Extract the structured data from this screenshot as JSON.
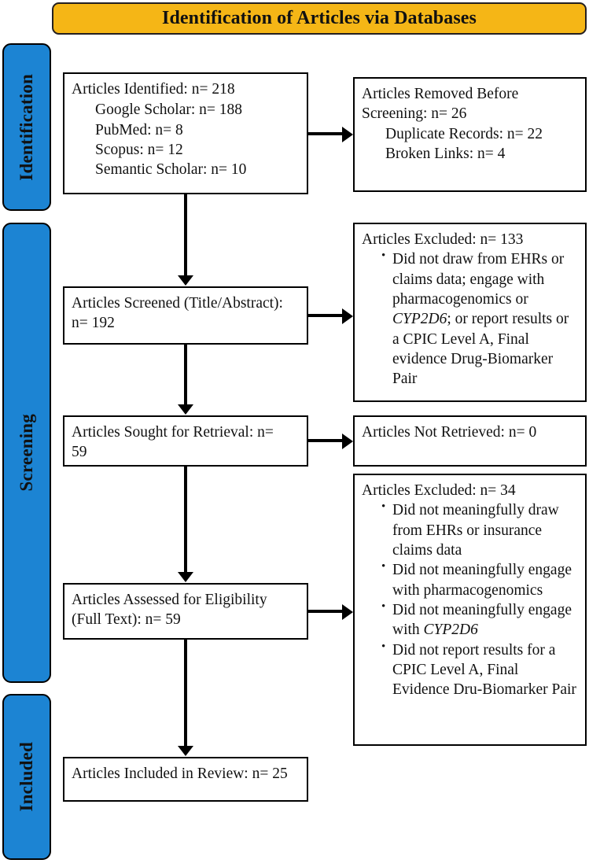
{
  "header": {
    "title": "Identification of Articles via Databases",
    "background_color": "#F5B616",
    "border_color": "#231f20"
  },
  "stages": {
    "accent_color": "#1C84D3",
    "items": [
      {
        "id": "identification",
        "label": "Identification"
      },
      {
        "id": "screening",
        "label": "Screening"
      },
      {
        "id": "included",
        "label": "Included"
      }
    ]
  },
  "flow": {
    "identified": {
      "heading": "Articles Identified: n= 218",
      "sources": [
        "Google Scholar: n= 188",
        "PubMed: n= 8",
        "Scopus: n= 12",
        "Semantic Scholar: n= 10"
      ]
    },
    "removed_before_screening": {
      "heading_line1": "Articles Removed Before",
      "heading_line2": "Screening: n= 26",
      "reasons": [
        "Duplicate Records: n= 22",
        "Broken Links: n= 4"
      ]
    },
    "screened": {
      "line1": "Articles Screened (Title/Abstract):",
      "line2": "n= 192"
    },
    "excluded_screening": {
      "heading": "Articles Excluded: n= 133",
      "bullets": [
        {
          "parts": [
            {
              "text": "Did not draw from EHRs or claims data; engage with pharmacogenomics or ",
              "italic": false
            },
            {
              "text": "CYP2D6",
              "italic": true
            },
            {
              "text": "; or report results or a CPIC Level A, Final evidence Drug-Biomarker Pair",
              "italic": false
            }
          ]
        }
      ]
    },
    "sought_for_retrieval": {
      "line1": "Articles Sought for Retrieval: n=",
      "line2": "59"
    },
    "not_retrieved": {
      "text": "Articles Not Retrieved: n= 0"
    },
    "assessed": {
      "line1": "Articles Assessed for Eligibility",
      "line2": "(Full Text): n= 59"
    },
    "excluded_full_text": {
      "heading": "Articles Excluded: n= 34",
      "bullets": [
        {
          "parts": [
            {
              "text": "Did not meaningfully draw from EHRs or insurance claims data",
              "italic": false
            }
          ]
        },
        {
          "parts": [
            {
              "text": "Did not meaningfully engage with pharmacogenomics",
              "italic": false
            }
          ]
        },
        {
          "parts": [
            {
              "text": "Did not meaningfully engage with ",
              "italic": false
            },
            {
              "text": "CYP2D6",
              "italic": true
            }
          ]
        },
        {
          "parts": [
            {
              "text": "Did not report results for a CPIC Level A, Final Evidence Dru-Biomarker Pair",
              "italic": false
            }
          ]
        }
      ]
    },
    "included_in_review": {
      "text": "Articles Included in Review: n= 25"
    }
  }
}
